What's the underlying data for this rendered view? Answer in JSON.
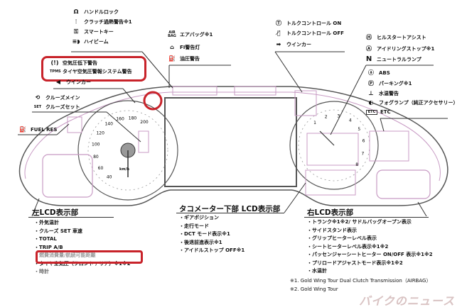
{
  "top_left_group": [
    {
      "icon": "Ω",
      "label": "ハンドルロック"
    },
    {
      "icon": "⫶",
      "label": "クラッチ過熱警告※1"
    },
    {
      "icon": "⚿",
      "label": "スマートキー"
    },
    {
      "icon": "≡◗",
      "label": "ハイビーム"
    }
  ],
  "top_mid_group": [
    {
      "icon": "AIR BAG",
      "label": "エアバッグ※1"
    },
    {
      "icon": "⌂",
      "label": "FI警告灯"
    },
    {
      "icon": "⛽",
      "label": "油圧警告"
    }
  ],
  "tpms_group": [
    {
      "icon": "(!)",
      "label": "空気圧低下警告"
    },
    {
      "icon": "TPMS",
      "label": "タイヤ空気圧警報システム警告"
    }
  ],
  "winker_left": {
    "icon": "◀",
    "label": "ウインカー"
  },
  "cruise": [
    {
      "icon": "⟲",
      "label": "クルーズメイン"
    },
    {
      "icon": "SET",
      "label": "クルーズセット"
    }
  ],
  "fuel": {
    "icon": "⛽",
    "label": "FUEL RES"
  },
  "torque_group": [
    {
      "icon": "Ⓣ",
      "label": "トルクコントロール ON"
    },
    {
      "icon": "Ⓣ̸",
      "label": "トルクコントロール OFF"
    },
    {
      "icon": "➡",
      "label": "ウインカー"
    }
  ],
  "right_top_group": [
    {
      "icon": "Ⓗ",
      "label": "ヒルスタートアシスト"
    },
    {
      "icon": "Ⓐ",
      "label": "アイドリングストップ※1"
    },
    {
      "icon": "N",
      "label": "ニュートラルランプ"
    }
  ],
  "right_mid_group": [
    {
      "icon": "ⓐ",
      "label": "ABS"
    },
    {
      "icon": "Ⓟ",
      "label": "パーキング※1"
    },
    {
      "icon": "⊥",
      "label": "水温警告"
    },
    {
      "icon": "◐",
      "label": "フォグランプ（純正アクセサリー）"
    },
    {
      "icon": "ETC",
      "label": "ETC"
    }
  ],
  "left_lcd": {
    "title": "左LCD表示部",
    "items": [
      "・外気温計",
      "・クルーズ SET 車速",
      "・TOTAL",
      "・TRIP A/B",
      "・燃費消費量/航続可能距離",
      "・タイヤ空気圧（フロント / リア）※1※2",
      "・時計"
    ]
  },
  "center_lcd": {
    "title": "タコメーター下部 LCD表示部",
    "items": [
      "・ギアポジション",
      "・走行モード",
      "・DCT モード表示※1",
      "・後退前進表示※1",
      "・アイドルストップ OFF※1"
    ]
  },
  "right_lcd": {
    "title": "右LCD表示部",
    "items": [
      "・トランク※1※2/ サドルバッグオープン表示",
      "・サイドスタンド表示",
      "・グリップヒーターレベル表示",
      "・シートヒーターレベル表示※1※2",
      "・パッセンジャーシートヒーター ON/OFF 表示※1※2",
      "・プリロードアジャストモード表示※1※2",
      "・水温計"
    ]
  },
  "footnotes": [
    "※1. Gold Wing Tour Dual Clutch Transmission（AIRBAG）",
    "※2. Gold Wing Tour"
  ],
  "speedo_ticks": [
    "40",
    "60",
    "80",
    "100",
    "120",
    "140",
    "160",
    "180",
    "200"
  ],
  "speedo_unit": "km/h",
  "tacho_ticks": [
    "1",
    "2",
    "3",
    "4",
    "5",
    "6",
    "7",
    "8"
  ],
  "logo": "バイクのニュース",
  "colors": {
    "highlight": "#c8232a",
    "outline": "#c89bc4",
    "line": "#333333"
  }
}
